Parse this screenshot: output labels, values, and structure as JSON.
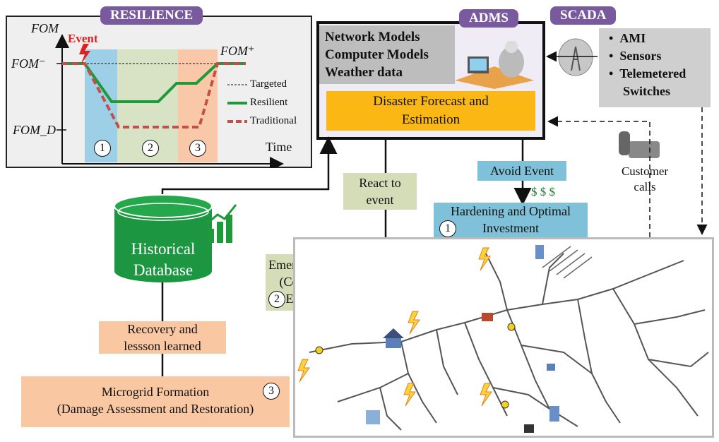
{
  "resilience": {
    "tag": "RESILIENCE",
    "y_label": "FOM",
    "event_label": "Event",
    "fom_minus": "FOM⁻",
    "fom_plus": "FOM⁺",
    "fom_d": "FOM_D",
    "x_label": "Time",
    "legend": [
      "Targeted",
      "Resilient",
      "Traditional"
    ],
    "phases": [
      "1",
      "2",
      "3"
    ],
    "colors": {
      "phase1": "#9dcfe6",
      "phase2": "#d8e2c4",
      "phase3": "#f9c8a8",
      "resilient": "#1e9a3a",
      "traditional": "#c0504d"
    }
  },
  "adms": {
    "tag": "ADMS",
    "models": [
      "Network Models",
      "Computer Models",
      "Weather data"
    ],
    "forecast": [
      "Disaster Forecast and",
      "Estimation"
    ]
  },
  "scada": {
    "tag": "SCADA",
    "items": [
      "AMI",
      "Sensors",
      "Telemetered",
      "Switches"
    ]
  },
  "customer_calls": [
    "Customer",
    "calls"
  ],
  "historical": {
    "line1": "Historical",
    "line2": "Database"
  },
  "react": [
    "React to",
    "event"
  ],
  "avoid": "Avoid Event",
  "dollars": "$ $ $",
  "hardening": {
    "num": "1",
    "line1": "Hardening and Optimal",
    "line2": "Investment"
  },
  "emergency": {
    "num": "2",
    "line1": "Emergency Load Shedding",
    "line2": "(Corrective Action and",
    "line3": "Emergency Response)"
  },
  "recovery": [
    "Recovery and",
    "lessson learned"
  ],
  "microgrid": {
    "num": "3",
    "line1": "Microgrid Formation",
    "line2": "(Damage Assessment and Restoration)"
  }
}
